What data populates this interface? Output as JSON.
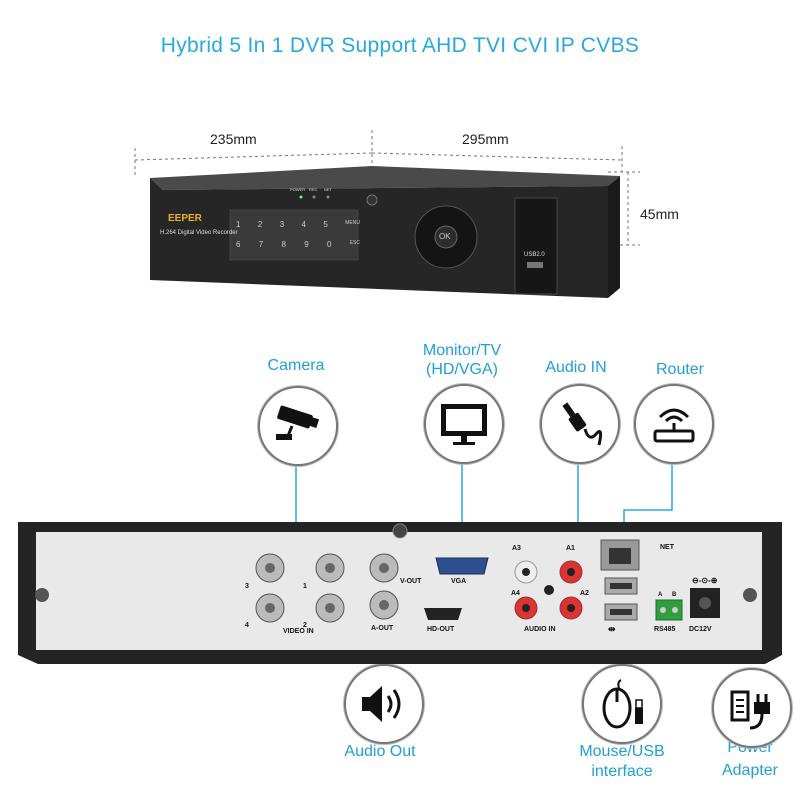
{
  "title": "Hybrid 5 In 1 DVR Support AHD TVI CVI IP CVBS",
  "dimensions": {
    "width": "235mm",
    "depth": "295mm",
    "height": "45mm"
  },
  "front_panel": {
    "brand": "EEPER",
    "model_text": "H.264 Digital Video Recorder",
    "indicators": [
      "POWER",
      "REC",
      "NET"
    ],
    "keys_top": [
      "1",
      "2",
      "3",
      "4",
      "5",
      "MENU"
    ],
    "keys_bottom": [
      "6",
      "7",
      "8",
      "9",
      "0",
      "ESC"
    ],
    "ok_label": "OK",
    "usb_label": "USB2.0"
  },
  "rear_panel": {
    "video_in_label": "VIDEO IN",
    "video_in_numbers": [
      "3",
      "1",
      "4",
      "2"
    ],
    "vout_label": "V-OUT",
    "aout_label": "A-OUT",
    "vga_label": "VGA",
    "hdout_label": "HD-OUT",
    "audio_in_label": "AUDIO IN",
    "audio_ch": [
      "A3",
      "A1",
      "A4",
      "A2"
    ],
    "net_label": "NET",
    "rs485_label": "RS485",
    "rs485_pins": [
      "A",
      "B"
    ],
    "dc_label": "DC12V"
  },
  "callouts": {
    "camera": "Camera",
    "monitor_line1": "Monitor/TV",
    "monitor_line2": "(HD/VGA)",
    "audio_in": "Audio IN",
    "router": "Router",
    "audio_out": "Audio Out",
    "mouse_line1": "Mouse/USB",
    "mouse_line2": "interface",
    "power_line1": "Power",
    "power_line2": "Adapter"
  },
  "icons": {
    "camera": "cctv-camera-icon",
    "monitor": "monitor-icon",
    "audio_in": "audio-jack-icon",
    "router": "router-icon",
    "audio_out": "speaker-icon",
    "mouse": "mouse-usb-icon",
    "power": "power-plug-icon"
  },
  "colors": {
    "accent": "#29a8e0",
    "device": "#2c2c2c",
    "panel": "#e9e9ea"
  }
}
